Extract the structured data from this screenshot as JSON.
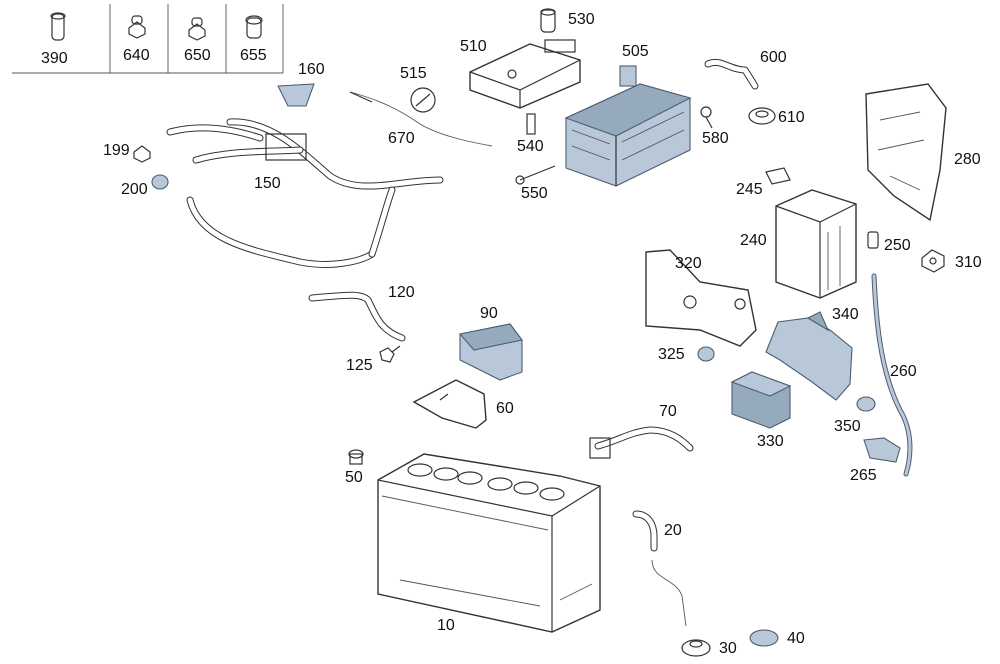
{
  "diagram": {
    "legend_row": [
      {
        "id": "390",
        "label": "390"
      },
      {
        "id": "640",
        "label": "640"
      },
      {
        "id": "650",
        "label": "650"
      },
      {
        "id": "655",
        "label": "655"
      }
    ],
    "parts": [
      {
        "id": "530",
        "label": "530"
      },
      {
        "id": "510",
        "label": "510"
      },
      {
        "id": "505",
        "label": "505"
      },
      {
        "id": "600",
        "label": "600"
      },
      {
        "id": "160",
        "label": "160"
      },
      {
        "id": "515",
        "label": "515"
      },
      {
        "id": "670",
        "label": "670"
      },
      {
        "id": "540",
        "label": "540"
      },
      {
        "id": "580",
        "label": "580"
      },
      {
        "id": "610",
        "label": "610"
      },
      {
        "id": "280",
        "label": "280"
      },
      {
        "id": "199",
        "label": "199"
      },
      {
        "id": "150",
        "label": "150"
      },
      {
        "id": "200",
        "label": "200"
      },
      {
        "id": "550",
        "label": "550"
      },
      {
        "id": "245",
        "label": "245"
      },
      {
        "id": "240",
        "label": "240"
      },
      {
        "id": "250",
        "label": "250"
      },
      {
        "id": "310",
        "label": "310"
      },
      {
        "id": "320",
        "label": "320"
      },
      {
        "id": "120",
        "label": "120"
      },
      {
        "id": "90",
        "label": "90"
      },
      {
        "id": "340",
        "label": "340"
      },
      {
        "id": "325",
        "label": "325"
      },
      {
        "id": "125",
        "label": "125"
      },
      {
        "id": "260",
        "label": "260"
      },
      {
        "id": "60",
        "label": "60"
      },
      {
        "id": "350",
        "label": "350"
      },
      {
        "id": "70",
        "label": "70"
      },
      {
        "id": "330",
        "label": "330"
      },
      {
        "id": "265",
        "label": "265"
      },
      {
        "id": "50",
        "label": "50"
      },
      {
        "id": "20",
        "label": "20"
      },
      {
        "id": "10",
        "label": "10"
      },
      {
        "id": "30",
        "label": "30"
      },
      {
        "id": "40",
        "label": "40"
      }
    ]
  }
}
